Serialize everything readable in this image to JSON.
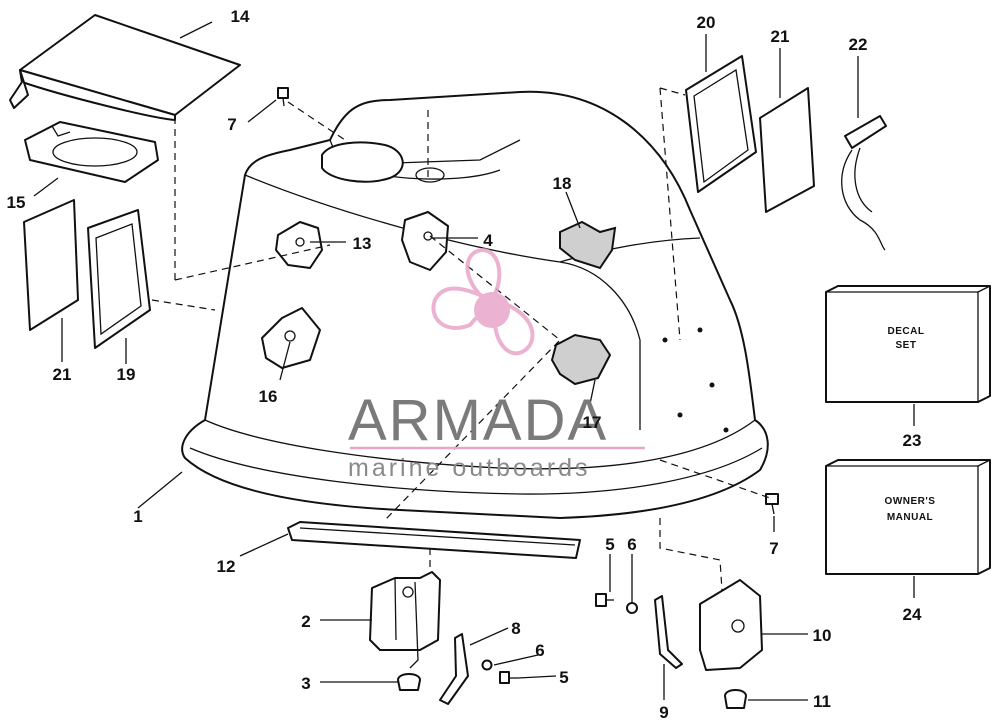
{
  "watermark": {
    "brand": "ARMADA",
    "tagline": "marine outboards",
    "brand_color": "#7a7a7a",
    "accent_color": "#e8a6c9",
    "logo_icon": "propeller-icon"
  },
  "boxes": {
    "decal_line1": "DECAL",
    "decal_line2": "SET",
    "manual_line1": "OWNER'S",
    "manual_line2": "MANUAL"
  },
  "callouts": {
    "c1": "1",
    "c2": "2",
    "c3": "3",
    "c4": "4",
    "c5a": "5",
    "c5b": "5",
    "c6a": "6",
    "c6b": "6",
    "c7a": "7",
    "c7b": "7",
    "c8": "8",
    "c9": "9",
    "c10": "10",
    "c11": "11",
    "c12": "12",
    "c13": "13",
    "c14": "14",
    "c15": "15",
    "c16": "16",
    "c17": "17",
    "c18": "18",
    "c19": "19",
    "c20": "20",
    "c21a": "21",
    "c21b": "21",
    "c22": "22",
    "c23": "23",
    "c24": "24"
  }
}
